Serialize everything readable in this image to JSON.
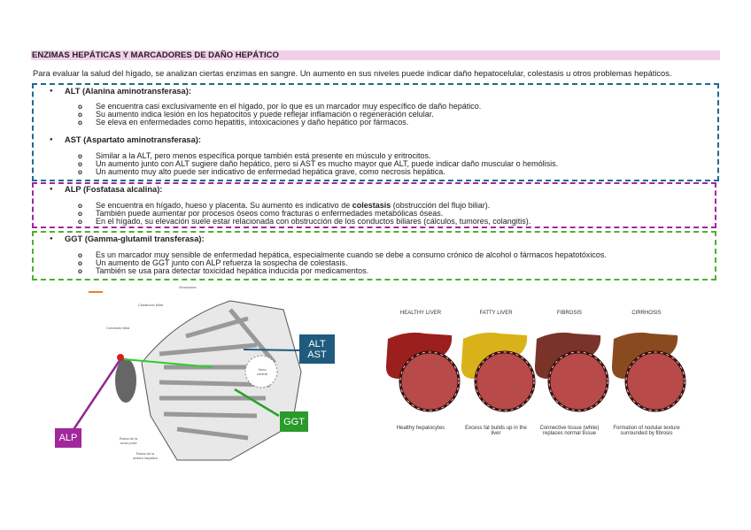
{
  "title": "ENZIMAS HEPÁTICAS Y MARCADORES DE DAÑO HEPÁTICO",
  "intro": "Para evaluar la salud del hígado, se analizan ciertas enzimas en sangre. Un aumento en sus niveles puede indicar daño hepatocelular, colestasis u otros problemas hepáticos.",
  "colors": {
    "title_bg": "#f2cfe9",
    "alt_ast_box": "#1f6b8c",
    "alp_box": "#a0279c",
    "ggt_box": "#4fb02e"
  },
  "sections": [
    {
      "heading": "ALT (Alanina aminotransferasa):",
      "items": [
        "Se encuentra casi exclusivamente en el hígado, por lo que es un marcador muy específico de daño hepático.",
        "Su aumento indica lesión en los hepatocitos y puede reflejar inflamación o regeneración celular.",
        "Se eleva en enfermedades como hepatitis, intoxicaciones y daño hepático por fármacos."
      ]
    },
    {
      "heading": "AST (Aspartato aminotransferasa):",
      "items": [
        "Similar a la ALT, pero menos específica porque también está presente en músculo y eritrocitos.",
        "Un aumento junto con ALT sugiere daño hepático, pero si AST es mucho mayor que ALT, puede indicar daño muscular o hemólisis.",
        "Un aumento muy alto puede ser indicativo de enfermedad hepática grave, como necrosis hepática."
      ]
    },
    {
      "heading": "ALP (Fosfatasa alcalina):",
      "items": [
        "Se encuentra en hígado, hueso y placenta. Su aumento es indicativo de ",
        "También puede aumentar por procesos óseos como fracturas o enfermedades metabólicas óseas.",
        "En el hígado, su elevación suele estar relacionada con obstrucción de los conductos biliares (cálculos, tumores, colangitis)."
      ],
      "bold": "colestasis",
      "after_bold": " (obstrucción del flujo biliar)."
    },
    {
      "heading": "GGT (Gamma-glutamil transferasa):",
      "items": [
        "Es un marcador muy sensible de enfermedad hepática, especialmente cuando se debe a consumo crónico de alcohol o fármacos hepatotóxicos.",
        "Un aumento de GGT junto con ALP refuerza la sospecha de colestasis.",
        "También se usa para detectar toxicidad hepática inducida por medicamentos."
      ]
    }
  ],
  "diagram": {
    "tags": {
      "alt_ast_1": "ALT",
      "alt_ast_2": "AST",
      "ggt": "GGT",
      "alp": "ALP"
    },
    "labels": {
      "sinusoides": "Sinusoides",
      "canaliculo": "Canalículo biliar",
      "conducto": "Conducto biliar",
      "vena_central": "Vena central",
      "vena_porta": "Rama de la vena porta",
      "arteria": "Rama de la arteria hepática"
    }
  },
  "liver_stages": [
    {
      "title": "HEALTHY LIVER",
      "caption": "Healthy hepatocytes",
      "color": "#9b1f1c"
    },
    {
      "title": "FATTY LIVER",
      "caption": "Excess fat builds up in the liver",
      "color": "#d9b21a"
    },
    {
      "title": "FIBROSIS",
      "caption": "Connective tissue (white) replaces normal tissue",
      "color": "#7a3328"
    },
    {
      "title": "CIRRHOSIS",
      "caption": "Formation of nodular texture surrounded by fibrosis",
      "color": "#8a4a20"
    }
  ]
}
